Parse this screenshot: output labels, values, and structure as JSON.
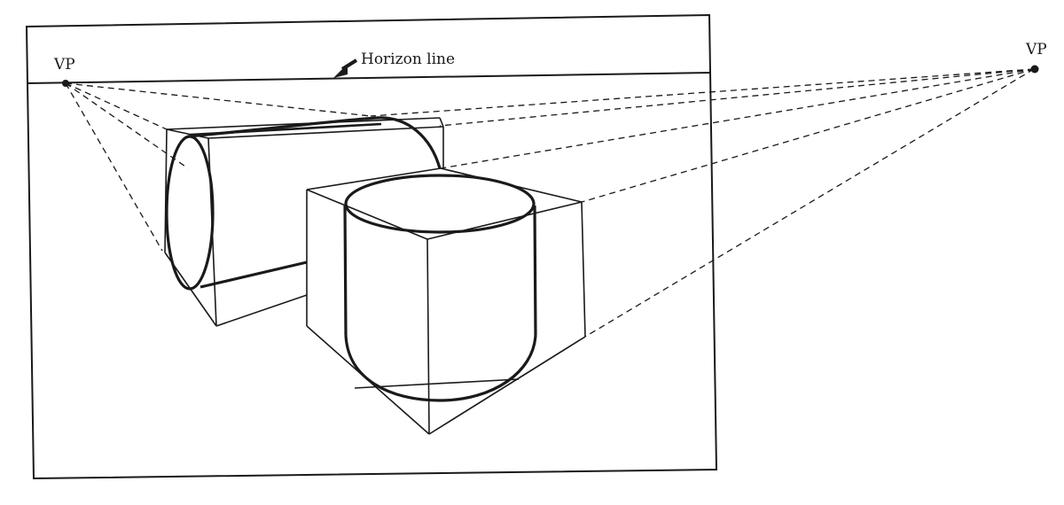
{
  "labels": {
    "vp_left": "VP",
    "vp_right": "VP",
    "horizon": "Horizon line"
  },
  "colors": {
    "ink": "#1a1a1a",
    "paper": "#ffffff"
  },
  "icons": {
    "arrow": "arrow-pointing-to-horizon-icon"
  }
}
